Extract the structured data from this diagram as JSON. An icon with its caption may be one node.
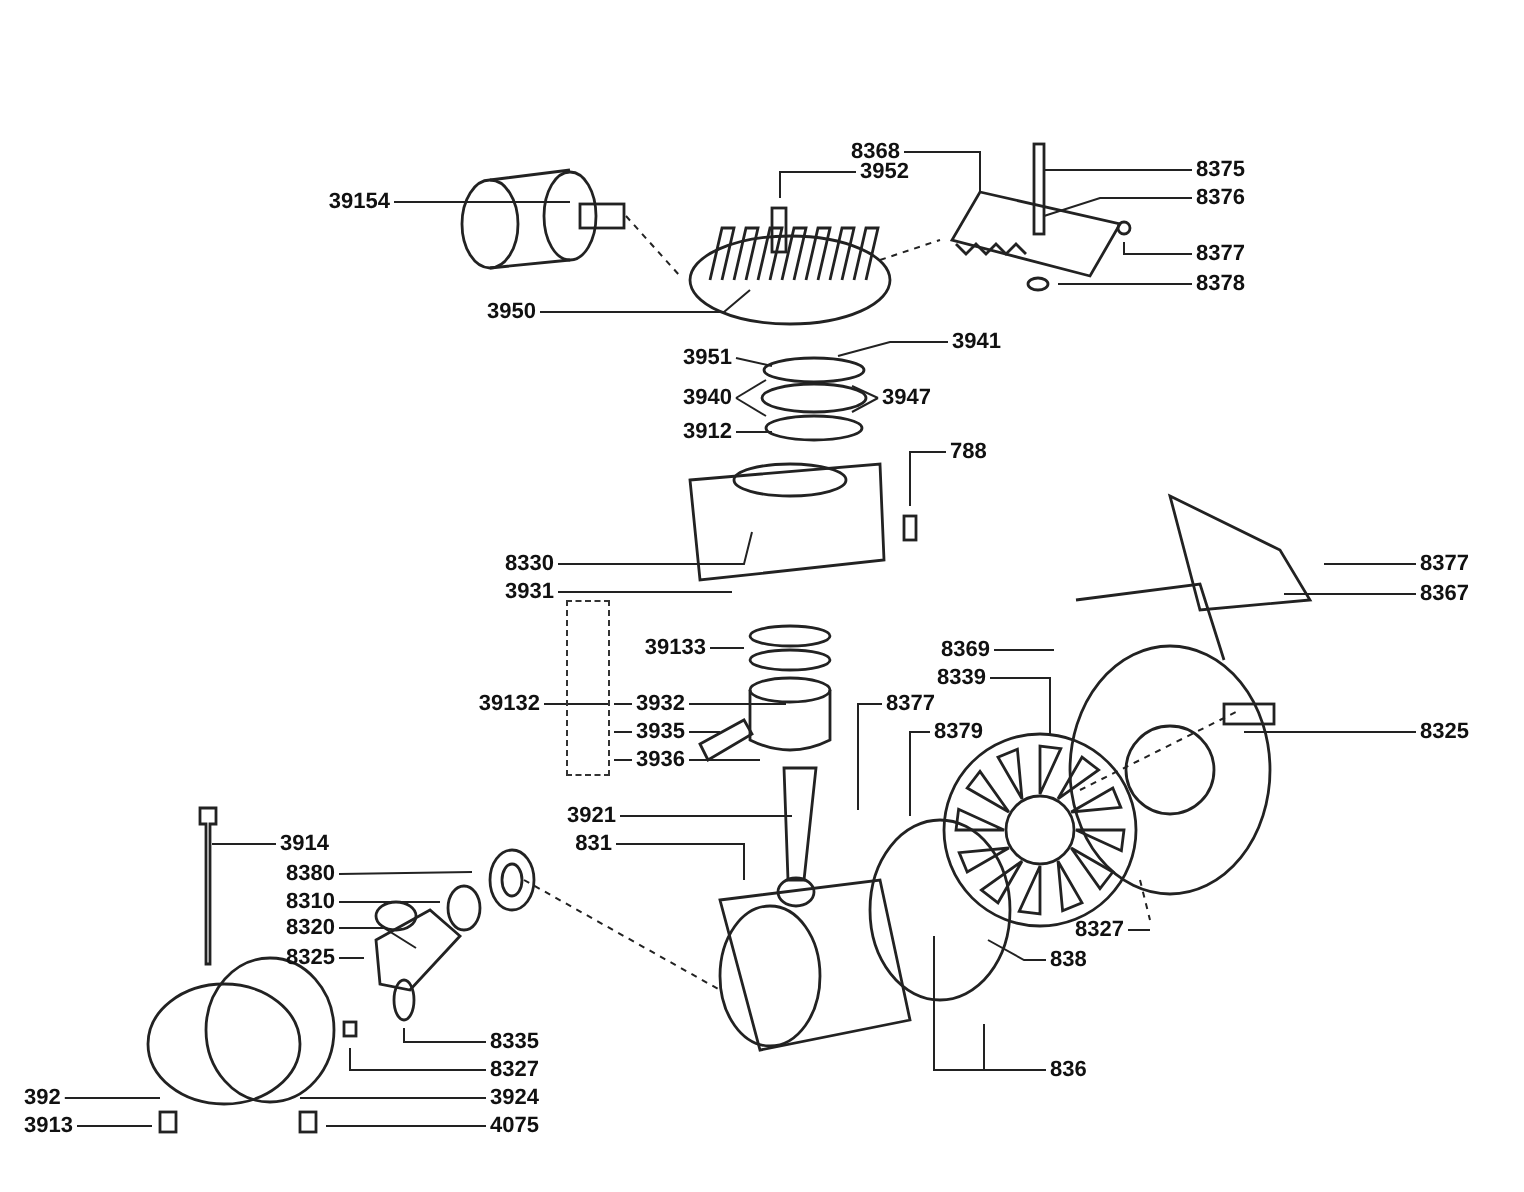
{
  "diagram": {
    "nodes": [
      {
        "text": [
          "39154"
        ]
      },
      {
        "text": [
          "8368"
        ]
      },
      {
        "text": [
          "3952"
        ]
      },
      {
        "text": [
          "8375"
        ]
      },
      {
        "text": [
          "8376"
        ]
      },
      {
        "text": [
          "8377"
        ]
      },
      {
        "text": [
          "8378"
        ]
      },
      {
        "text": [
          "3950"
        ]
      },
      {
        "text": [
          "3941"
        ]
      },
      {
        "text": [
          "3951"
        ]
      },
      {
        "text": [
          "3940"
        ]
      },
      {
        "text": [
          "3947"
        ]
      },
      {
        "text": [
          "3912"
        ]
      },
      {
        "text": [
          "788"
        ]
      },
      {
        "text": [
          "8330"
        ]
      },
      {
        "text": [
          "3931"
        ]
      },
      {
        "text": [
          "39133"
        ]
      },
      {
        "text": [
          "8369"
        ]
      },
      {
        "text": [
          "8339"
        ]
      },
      {
        "text": [
          "39132"
        ]
      },
      {
        "text": [
          "3932"
        ]
      },
      {
        "text": [
          "8377"
        ]
      },
      {
        "text": [
          "3935"
        ]
      },
      {
        "text": [
          "8379"
        ]
      },
      {
        "text": [
          "3936"
        ]
      },
      {
        "text": [
          "3921"
        ]
      },
      {
        "text": [
          "831"
        ]
      },
      {
        "text": [
          "8377"
        ]
      },
      {
        "text": [
          "8367"
        ]
      },
      {
        "text": [
          "8325"
        ]
      },
      {
        "text": [
          "8327"
        ]
      },
      {
        "text": [
          "838"
        ]
      },
      {
        "text": [
          "836"
        ]
      },
      {
        "text": [
          "3914"
        ]
      },
      {
        "text": [
          "8380"
        ]
      },
      {
        "text": [
          "8310"
        ]
      },
      {
        "text": [
          "8320"
        ]
      },
      {
        "text": [
          "8325"
        ]
      },
      {
        "text": [
          "8335"
        ]
      },
      {
        "text": [
          "8327"
        ]
      },
      {
        "text": [
          "392"
        ]
      },
      {
        "text": [
          "3924"
        ]
      },
      {
        "text": [
          "3913"
        ]
      },
      {
        "text": [
          "4075"
        ]
      },
      {
        "text": [],
        "shape": "box"
      }
    ],
    "edges": [
      {
        "from": 0,
        "to": null,
        "arrow": "none"
      },
      {
        "from": 1,
        "to": null,
        "arrow": "none"
      },
      {
        "from": 2,
        "to": null,
        "arrow": "none"
      },
      {
        "from": 3,
        "to": null,
        "arrow": "none"
      },
      {
        "from": 4,
        "to": null,
        "arrow": "none"
      },
      {
        "from": 5,
        "to": null,
        "arrow": "none"
      },
      {
        "from": 6,
        "to": null,
        "arrow": "none"
      },
      {
        "from": 7,
        "to": null,
        "arrow": "none"
      },
      {
        "from": 8,
        "to": null,
        "arrow": "none"
      },
      {
        "from": 9,
        "to": null,
        "arrow": "none"
      },
      {
        "from": 10,
        "to": null,
        "arrow": "none"
      },
      {
        "from": 10,
        "to": null,
        "arrow": "none"
      },
      {
        "from": 11,
        "to": null,
        "arrow": "none"
      },
      {
        "from": 11,
        "to": null,
        "arrow": "none"
      },
      {
        "from": 12,
        "to": null,
        "arrow": "none"
      },
      {
        "from": 13,
        "to": null,
        "arrow": "none"
      },
      {
        "from": 14,
        "to": null,
        "arrow": "none"
      },
      {
        "from": 15,
        "to": null,
        "arrow": "none"
      },
      {
        "from": 16,
        "to": null,
        "arrow": "none"
      },
      {
        "from": 17,
        "to": null,
        "arrow": "none"
      },
      {
        "from": 18,
        "to": null,
        "arrow": "none"
      },
      {
        "from": 19,
        "to": 44,
        "arrow": "none"
      },
      {
        "from": 20,
        "to": null,
        "arrow": "none"
      },
      {
        "from": 44,
        "to": 20,
        "arrow": "none"
      },
      {
        "from": 21,
        "to": null,
        "arrow": "none"
      },
      {
        "from": 22,
        "to": null,
        "arrow": "none"
      },
      {
        "from": 44,
        "to": 22,
        "arrow": "none"
      },
      {
        "from": 23,
        "to": null,
        "arrow": "none"
      },
      {
        "from": 24,
        "to": null,
        "arrow": "none"
      },
      {
        "from": 44,
        "to": 24,
        "arrow": "none"
      },
      {
        "from": 25,
        "to": null,
        "arrow": "none"
      },
      {
        "from": 26,
        "to": null,
        "arrow": "none"
      },
      {
        "from": 27,
        "to": null,
        "arrow": "none"
      },
      {
        "from": 28,
        "to": null,
        "arrow": "none"
      },
      {
        "from": 29,
        "to": null,
        "arrow": "none"
      },
      {
        "from": 30,
        "to": null,
        "arrow": "none"
      },
      {
        "from": 31,
        "to": null,
        "arrow": "none"
      },
      {
        "from": 32,
        "to": null,
        "arrow": "none"
      },
      {
        "from": 32,
        "to": null,
        "arrow": "none"
      },
      {
        "from": 33,
        "to": null,
        "arrow": "none"
      },
      {
        "from": 34,
        "to": null,
        "arrow": "none"
      },
      {
        "from": 35,
        "to": null,
        "arrow": "none"
      },
      {
        "from": 36,
        "to": null,
        "arrow": "none"
      },
      {
        "from": 37,
        "to": null,
        "arrow": "none"
      },
      {
        "from": 38,
        "to": null,
        "arrow": "none"
      },
      {
        "from": 39,
        "to": null,
        "arrow": "none"
      },
      {
        "from": 40,
        "to": null,
        "arrow": "none"
      },
      {
        "from": 41,
        "to": null,
        "arrow": "none"
      },
      {
        "from": 42,
        "to": null,
        "arrow": "none"
      },
      {
        "from": 43,
        "to": null,
        "arrow": "none"
      }
    ]
  }
}
